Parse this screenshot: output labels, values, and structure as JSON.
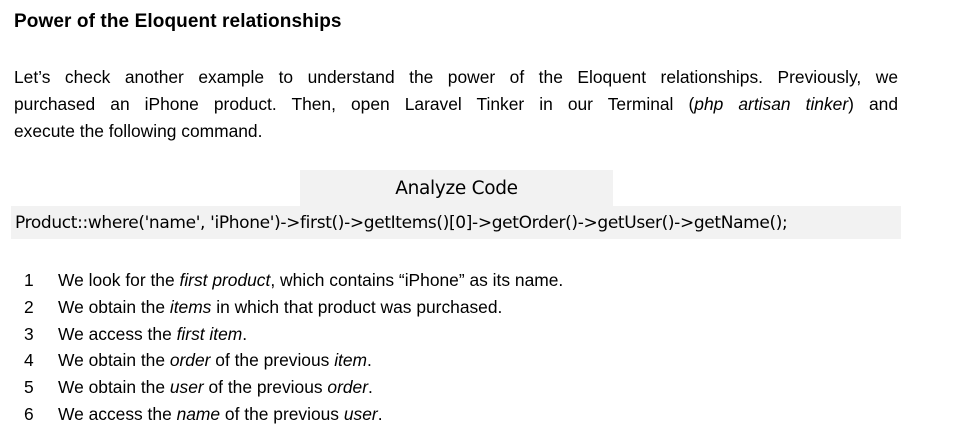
{
  "heading": "Power of the Eloquent relationships",
  "paragraph": {
    "line1": "Let’s check another example to understand the power of the Eloquent relationships. Previously, we",
    "line2_pre": "purchased an iPhone product. Then, open Laravel Tinker in our Terminal (",
    "line2_cmd": "php artisan tinker",
    "line2_post": ") and",
    "line3": "execute the following command."
  },
  "code_block": {
    "title": "Analyze Code",
    "code": "Product::where('name', 'iPhone')->first()->getItems()[0]->getOrder()->getUser()->getName();"
  },
  "steps": [
    {
      "num": "1",
      "a": "We look for the ",
      "b": "first product",
      "c": ", which contains “iPhone” as its name.",
      "d": "",
      "e": ""
    },
    {
      "num": "2",
      "a": "We obtain the ",
      "b": "items",
      "c": " in which that product was purchased.",
      "d": "",
      "e": ""
    },
    {
      "num": "3",
      "a": "We access the ",
      "b": "first item",
      "c": ".",
      "d": "",
      "e": ""
    },
    {
      "num": "4",
      "a": "We obtain the ",
      "b": "order",
      "c": " of the previous ",
      "d": "item",
      "e": "."
    },
    {
      "num": "5",
      "a": "We obtain the ",
      "b": "user",
      "c": " of the previous ",
      "d": "order",
      "e": "."
    },
    {
      "num": "6",
      "a": "We access the ",
      "b": "name",
      "c": " of the previous ",
      "d": "user",
      "e": "."
    }
  ]
}
